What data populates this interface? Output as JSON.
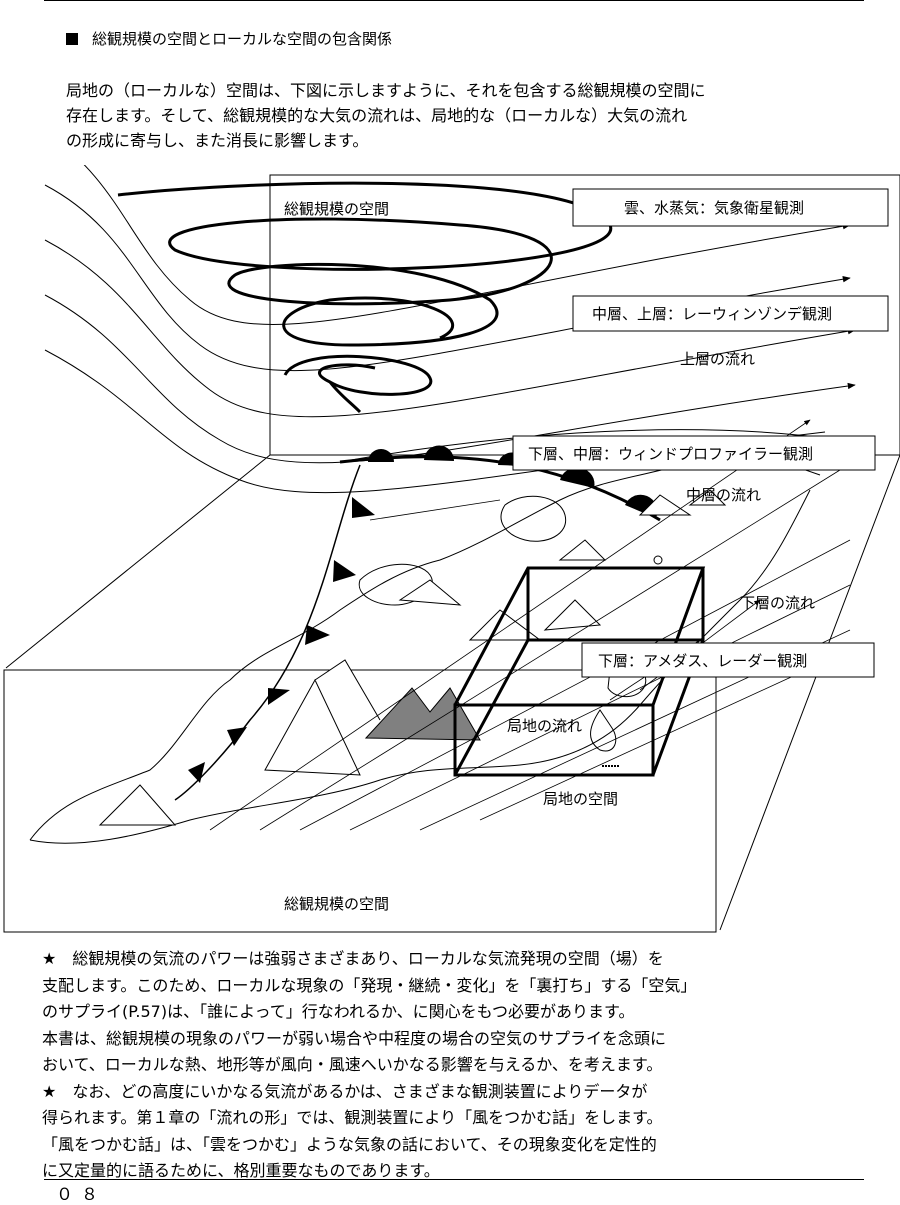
{
  "header": {
    "section_title": "総観規模の空間とローカルな空間の包含関係"
  },
  "intro": {
    "lines": [
      "局地の（ローカルな）空間は、下図に示しますように、それを包含する総観規模の空間に",
      "存在します。そして、総観規模的な大気の流れは、局地的な（ローカルな）大気の流れ",
      "の形成に寄与し、また消長に影響します。"
    ]
  },
  "diagram": {
    "labels": {
      "synoptic_space_upper": "総観規模の空間",
      "synoptic_space_lower": "総観規模の空間",
      "upper_flow": "上層の流れ",
      "middle_flow": "中層の流れ",
      "lower_flow": "下層の流れ",
      "local_flow": "局地の流れ",
      "local_space": "局地の空間"
    },
    "observation_boxes": [
      "雲、水蒸気：気象衛星観測",
      "中層、上層：レーウィンゾンデ観測",
      "下層、中層：ウィンドプロファイラー観測",
      "下層：アメダス、レーダー観測"
    ],
    "colors": {
      "line": "#000000",
      "mountain_fill": "#ffffff",
      "shaded_mountain": "#808080"
    }
  },
  "notes": {
    "lines": [
      "★　総観規模の気流のパワーは強弱さまざまあり、ローカルな気流発現の空間（場）を",
      "支配します。このため、ローカルな現象の「発現・継続・変化」を「裏打ち」する「空気」",
      "のサプライ(P.57)は、「誰によって」行なわれるか、に関心をもつ必要があります。",
      "本書は、総観規模の現象のパワーが弱い場合や中程度の場合の空気のサプライを念頭に",
      "おいて、ローカルな熱、地形等が風向・風速へいかなる影響を与えるか、を考えます。",
      "★　なお、どの高度にいかなる気流があるかは、さまざまな観測装置によりデータが",
      "得られます。第１章の「流れの形」では、観測装置により「風をつかむ話」をします。",
      "「風をつかむ話」は、「雲をつかむ」ような気象の話において、その現象変化を定性的",
      "に又定量的に語るために、格別重要なものであります。"
    ]
  },
  "footer": {
    "page_number": "０８"
  }
}
